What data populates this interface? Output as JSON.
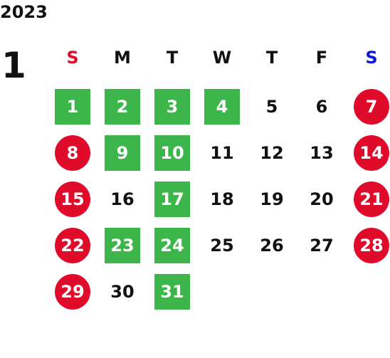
{
  "calendar": {
    "year": "2023",
    "month": "1",
    "weekday_headers": [
      {
        "label": "S",
        "color": "#e00a2a"
      },
      {
        "label": "M",
        "color": "#111111"
      },
      {
        "label": "T",
        "color": "#111111"
      },
      {
        "label": "W",
        "color": "#111111"
      },
      {
        "label": "T",
        "color": "#111111"
      },
      {
        "label": "F",
        "color": "#111111"
      },
      {
        "label": "S",
        "color": "#0a18d8"
      }
    ],
    "first_weekday_index": 0,
    "days": [
      {
        "day": "1",
        "style": "green"
      },
      {
        "day": "2",
        "style": "green"
      },
      {
        "day": "3",
        "style": "green"
      },
      {
        "day": "4",
        "style": "green"
      },
      {
        "day": "5",
        "style": "plain"
      },
      {
        "day": "6",
        "style": "plain"
      },
      {
        "day": "7",
        "style": "red"
      },
      {
        "day": "8",
        "style": "red"
      },
      {
        "day": "9",
        "style": "green"
      },
      {
        "day": "10",
        "style": "green"
      },
      {
        "day": "11",
        "style": "plain"
      },
      {
        "day": "12",
        "style": "plain"
      },
      {
        "day": "13",
        "style": "plain"
      },
      {
        "day": "14",
        "style": "red"
      },
      {
        "day": "15",
        "style": "red"
      },
      {
        "day": "16",
        "style": "plain"
      },
      {
        "day": "17",
        "style": "green"
      },
      {
        "day": "18",
        "style": "plain"
      },
      {
        "day": "19",
        "style": "plain"
      },
      {
        "day": "20",
        "style": "plain"
      },
      {
        "day": "21",
        "style": "red"
      },
      {
        "day": "22",
        "style": "red"
      },
      {
        "day": "23",
        "style": "green"
      },
      {
        "day": "24",
        "style": "green"
      },
      {
        "day": "25",
        "style": "plain"
      },
      {
        "day": "26",
        "style": "plain"
      },
      {
        "day": "27",
        "style": "plain"
      },
      {
        "day": "28",
        "style": "red"
      },
      {
        "day": "29",
        "style": "red"
      },
      {
        "day": "30",
        "style": "plain"
      },
      {
        "day": "31",
        "style": "green"
      }
    ],
    "colors": {
      "green": "#3cb54a",
      "red": "#e00a2a",
      "text": "#111111"
    }
  }
}
